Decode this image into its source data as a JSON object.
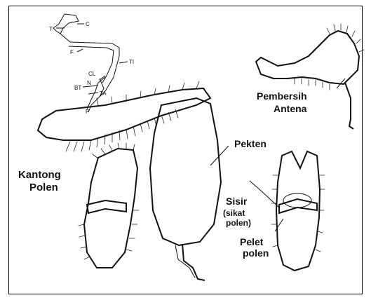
{
  "labels": {
    "t": "T",
    "c": "C",
    "f": "F",
    "ti": "TI",
    "cl": "CL",
    "n": "N",
    "bt": "BT",
    "ta": "TA",
    "p": "P",
    "antenna_cleaner_line1": "Pembersih",
    "antenna_cleaner_line2": "Antena",
    "pecten": "Pekten",
    "pollen_basket_line1": "Kantong",
    "pollen_basket_line2": "Polen",
    "comb_line1": "Sisir",
    "comb_line2": "(sikat",
    "comb_line3": "polen)",
    "pellet_line1": "Pelet",
    "pellet_line2": "polen"
  },
  "colors": {
    "ink": "#111111",
    "background": "#ffffff"
  }
}
